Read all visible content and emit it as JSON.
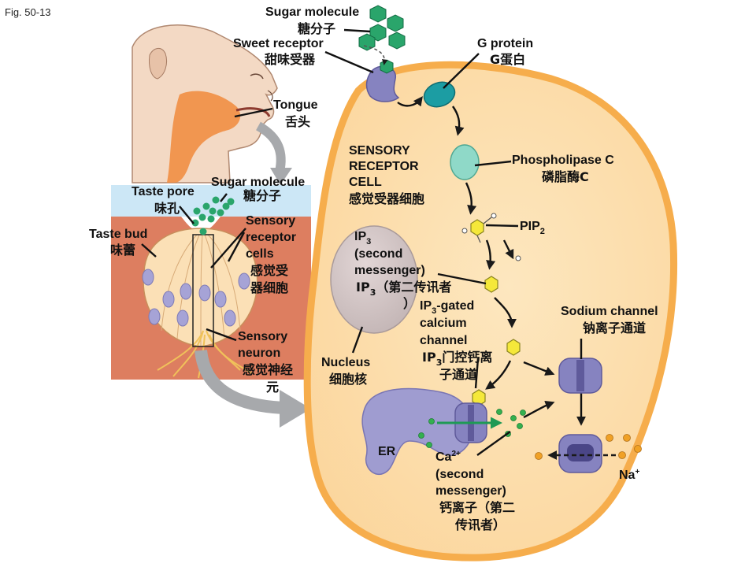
{
  "figure_id": "Fig. 50-13",
  "colors": {
    "cell_fill": "#fddfae",
    "cell_border": "#f6ad4c",
    "tissue": "#dd7e60",
    "nucleus": "#cfc0c0",
    "er": "#9f9cd0",
    "receptor": "#8683c0",
    "g_protein": "#1c9da3",
    "plc": "#7fd0bf",
    "sugar": "#22a768",
    "ip3": "#f5e83a",
    "ca": "#33b04f",
    "na": "#f0a126"
  },
  "icons": {
    "sugar": "hexagon",
    "ip3": "hexagon-cluster",
    "ion": "small-dot",
    "arrow": "curved-arrow"
  },
  "labels": {
    "sugar_top": {
      "en": "Sugar molecule",
      "zh": "糖分子"
    },
    "sweet_receptor": {
      "en": "Sweet receptor",
      "zh": "甜味受器"
    },
    "g_protein": {
      "en": "G protein",
      "zh": "G蛋白"
    },
    "tongue": {
      "en": "Tongue",
      "zh": "舌头"
    },
    "sensory_cell": {
      "en1": "SENSORY",
      "en2": "RECEPTOR",
      "en3": "CELL",
      "zh": "感觉受器细胞"
    },
    "plc": {
      "en": "Phospholipase C",
      "zh": "磷脂酶C"
    },
    "pip2": {
      "en": "PIP",
      "sub": "2"
    },
    "taste_pore": {
      "en": "Taste pore",
      "zh": "味孔"
    },
    "sugar_mid": {
      "en": "Sugar molecule",
      "zh": "糖分子"
    },
    "taste_bud": {
      "en": "Taste bud",
      "zh": "味蕾"
    },
    "sensory_receptor_cells": {
      "en1": "Sensory",
      "en2": "receptor",
      "en3": "cells",
      "zh1": "感觉受",
      "zh2": "器细胞"
    },
    "ip3": {
      "en1": "IP",
      "sub": "3",
      "en2": "(second",
      "en3": "messenger)",
      "zh_pre": "IP",
      "zh_post": "（第二传讯者",
      "zh_close": "）"
    },
    "ip3_channel": {
      "pre": "IP",
      "sub": "3",
      "en1": "-gated",
      "en2": "calcium",
      "en3": "channel",
      "zh1": "门控钙离",
      "zh2": "子通道"
    },
    "sodium_channel": {
      "en": "Sodium channel",
      "zh": "钠离子通道"
    },
    "sensory_neuron": {
      "en1": "Sensory",
      "en2": "neuron",
      "zh1": "感觉神经",
      "zh2": "元"
    },
    "nucleus": {
      "en": "Nucleus",
      "zh": "细胞核"
    },
    "er": {
      "en": "ER"
    },
    "ca": {
      "en": "Ca",
      "sup": "2+",
      "en2": "(second",
      "en3": "messenger)",
      "zh1": "钙离子（第二",
      "zh2": "传讯者）"
    },
    "na": {
      "en": "Na",
      "sup": "+"
    }
  }
}
